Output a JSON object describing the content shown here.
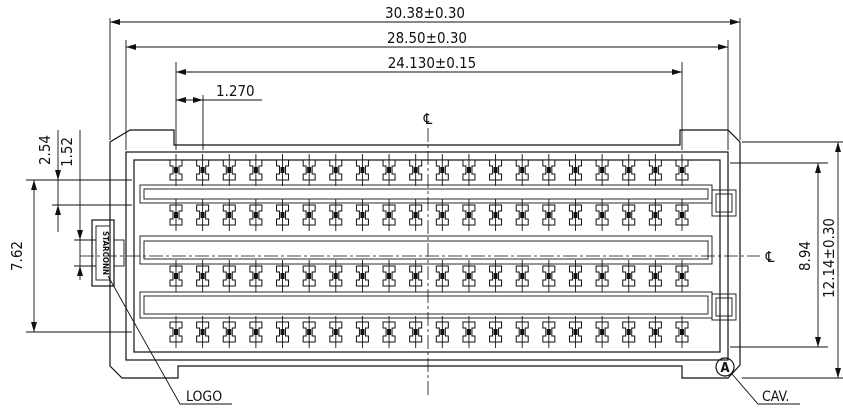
{
  "dimensions": {
    "overall_width": "30.38±0.30",
    "inner_width": "28.50±0.30",
    "pin_span": "24.130±0.15",
    "pitch": "1.270",
    "row_pitch": "2.54",
    "offset": "1.52",
    "row_span": "7.62",
    "body_inner": "8.94",
    "overall_height": "12.14±0.30"
  },
  "labels": {
    "logo": "LOGO",
    "cavity": "CAV.",
    "cavity_marker": "A",
    "centerline_symbol": "℄",
    "logo_text": "STARCONN"
  },
  "layout_counts": {
    "pins_per_row": 20,
    "rows": 4
  }
}
